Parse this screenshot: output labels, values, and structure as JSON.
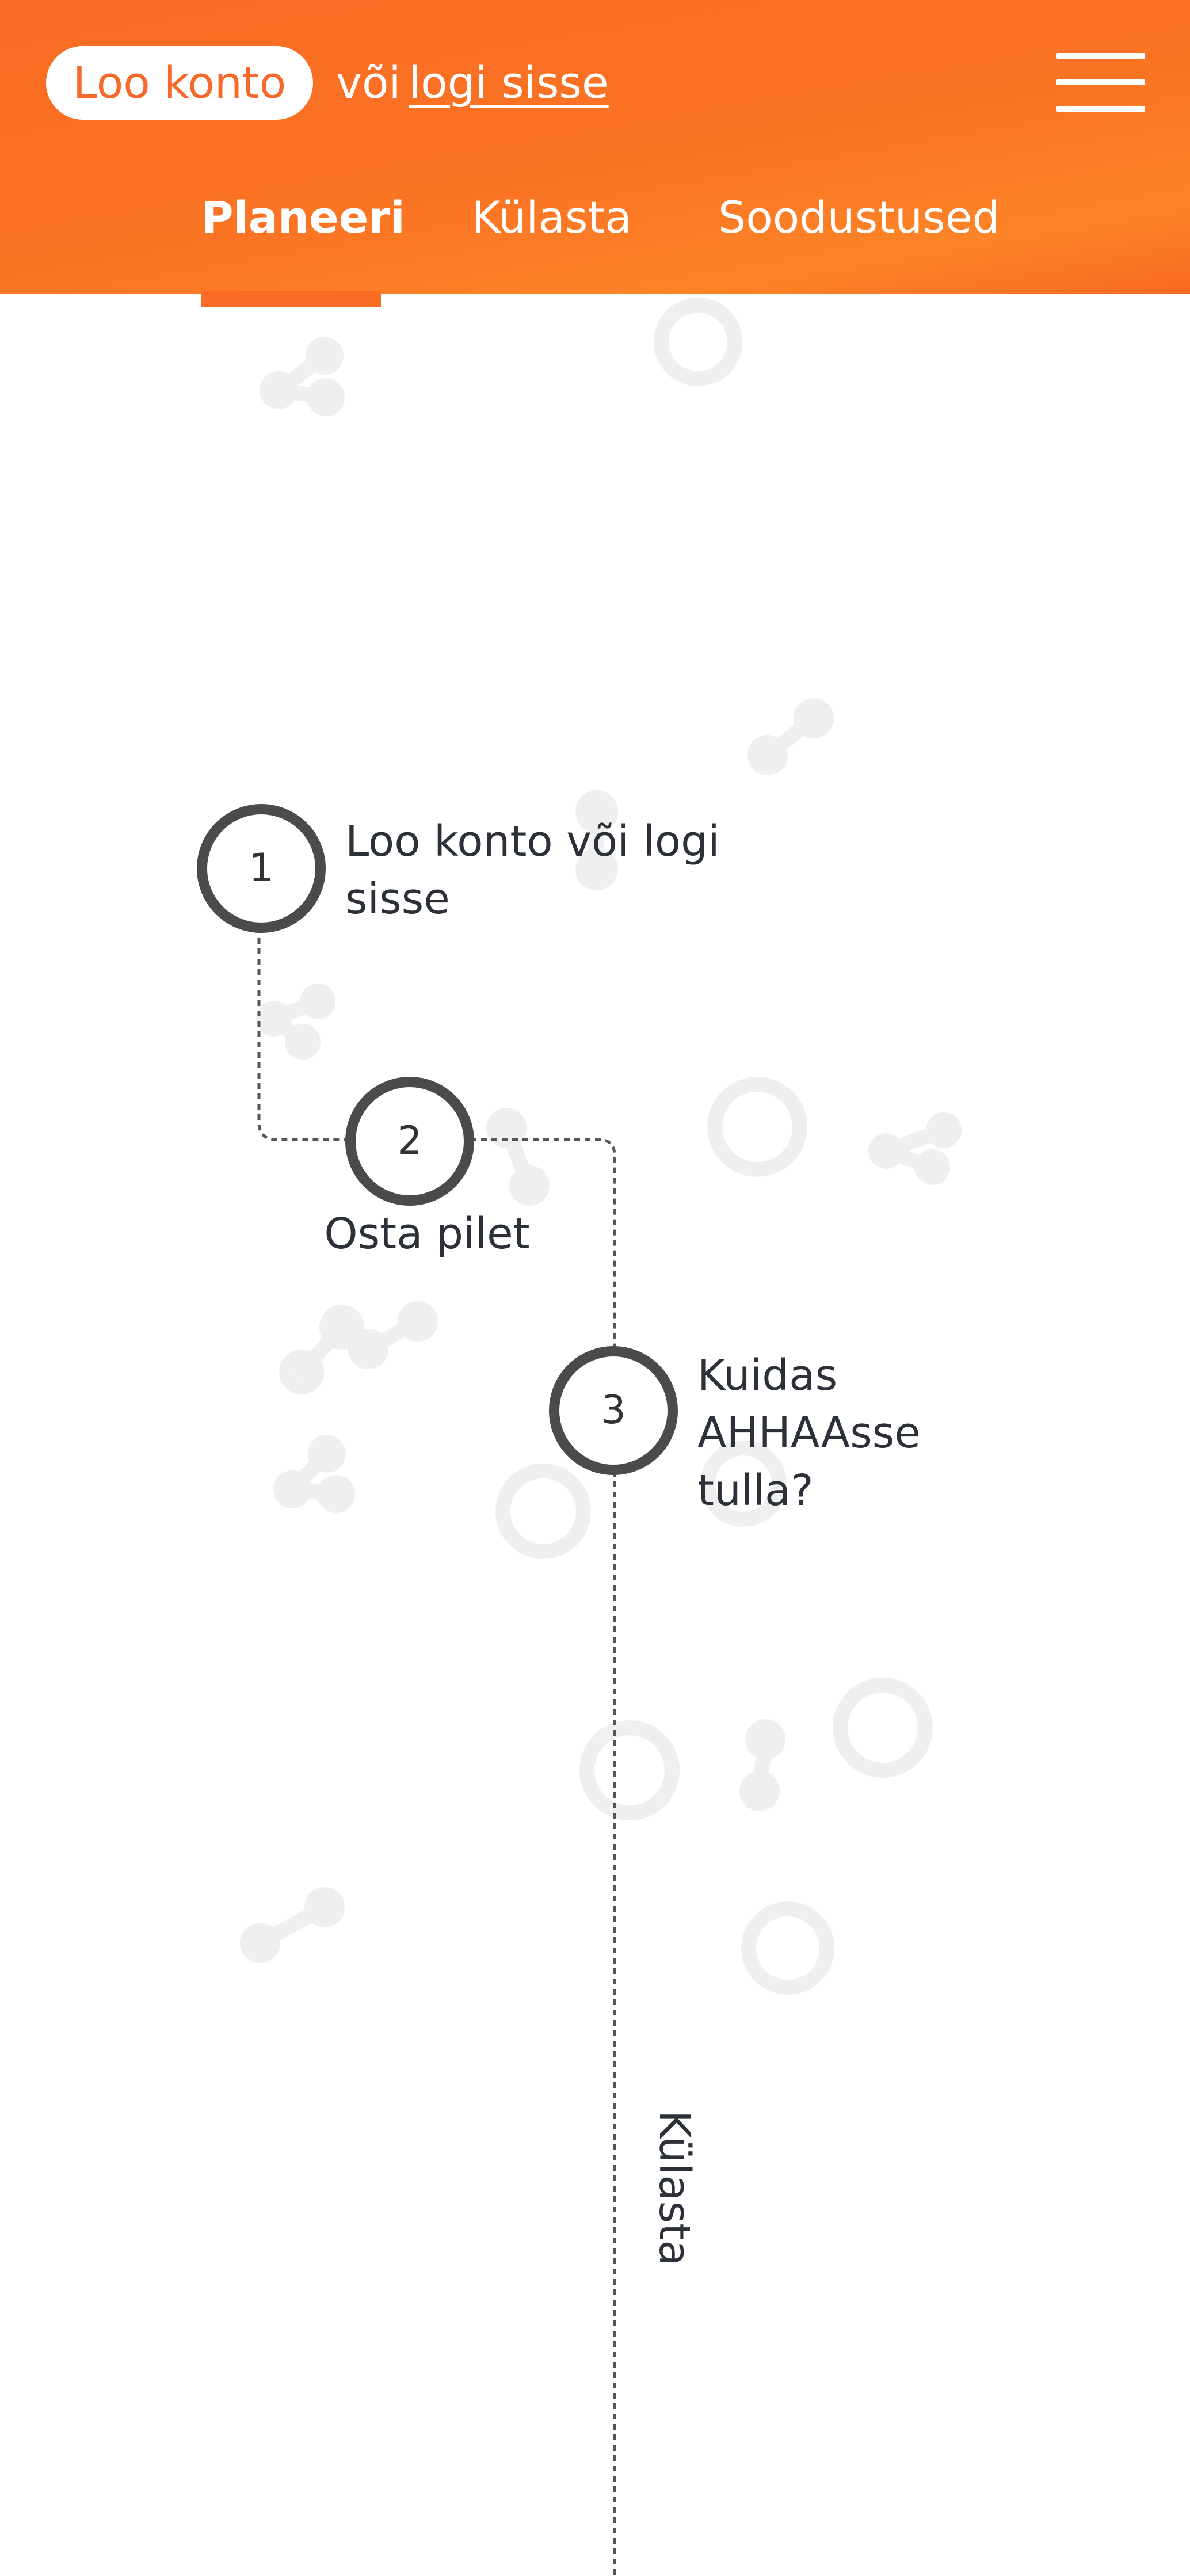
{
  "header": {
    "create_account_label": "Loo konto",
    "or_text": "või",
    "login_link_label": "logi sisse",
    "tabs": [
      {
        "label": "Planeeri",
        "active": true
      },
      {
        "label": "Külasta",
        "active": false
      },
      {
        "label": "Soodustused",
        "active": false
      }
    ],
    "menu_icon": "hamburger-icon"
  },
  "steps": [
    {
      "number": "1",
      "label": "Loo konto või logi sisse"
    },
    {
      "number": "2",
      "label": "Osta pilet"
    },
    {
      "number": "3",
      "label": "Kuidas AHHAAsse tulla?"
    }
  ],
  "side_label": "Külasta",
  "colors": {
    "brand_orange": "#fa6c24",
    "text_dark": "#2c3038",
    "step_ring": "#4b4b4b",
    "deco_gray": "#efefef"
  }
}
